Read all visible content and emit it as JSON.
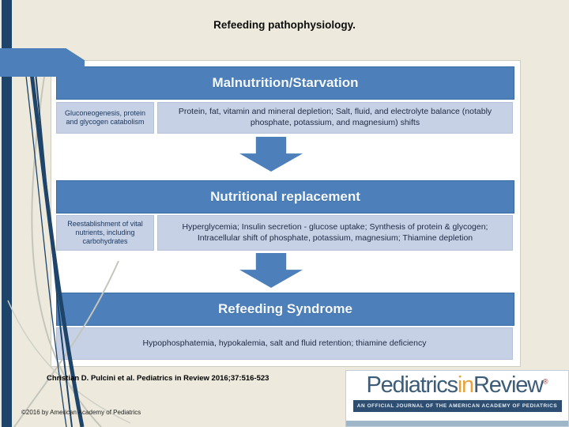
{
  "slide": {
    "title": "Refeeding pathophysiology."
  },
  "diagram": {
    "type": "flowchart",
    "sections": [
      {
        "banner": "Malnutrition/Starvation",
        "side": "Gluconeogenesis, protein and glycogen catabolism",
        "desc": "Protein, fat, vitamin and mineral depletion; Salt, fluid, and electrolyte balance (notably phosphate, potassium, and magnesium) shifts"
      },
      {
        "banner": "Nutritional replacement",
        "side": "Reestablishment of vital nutrients, including carbohydrates",
        "desc": "Hyperglycemia; Insulin secretion - glucose uptake; Synthesis of protein & glycogen; Intracellular shift of phosphate, potassium, magnesium; Thiamine depletion"
      },
      {
        "banner": "Refeeding Syndrome",
        "desc": "Hypophosphatemia, hypokalemia, salt and fluid retention; thiamine deficiency"
      }
    ]
  },
  "citation": {
    "text": "Christian D. Pulcini et al. Pediatrics in Review 2016;37:516-523",
    "copyright": "©2016 by American Academy of Pediatrics"
  },
  "logo": {
    "part1": "Pediatrics",
    "part2": "in",
    "part3": "Review",
    "reg": "®",
    "tagline": "AN OFFICIAL JOURNAL OF THE AMERICAN ACADEMY OF PEDIATRICS"
  },
  "colors": {
    "slide_background": "#edeadd",
    "banner_blue": "#4d80bb",
    "light_box_blue": "#c7d1e6",
    "decoration_navy": "#1e4469",
    "box_text_navy": "#17365d",
    "logo_slate": "#3d5c77",
    "logo_orange": "#e8a33c",
    "tagline_bar_navy": "#2d4e71"
  }
}
